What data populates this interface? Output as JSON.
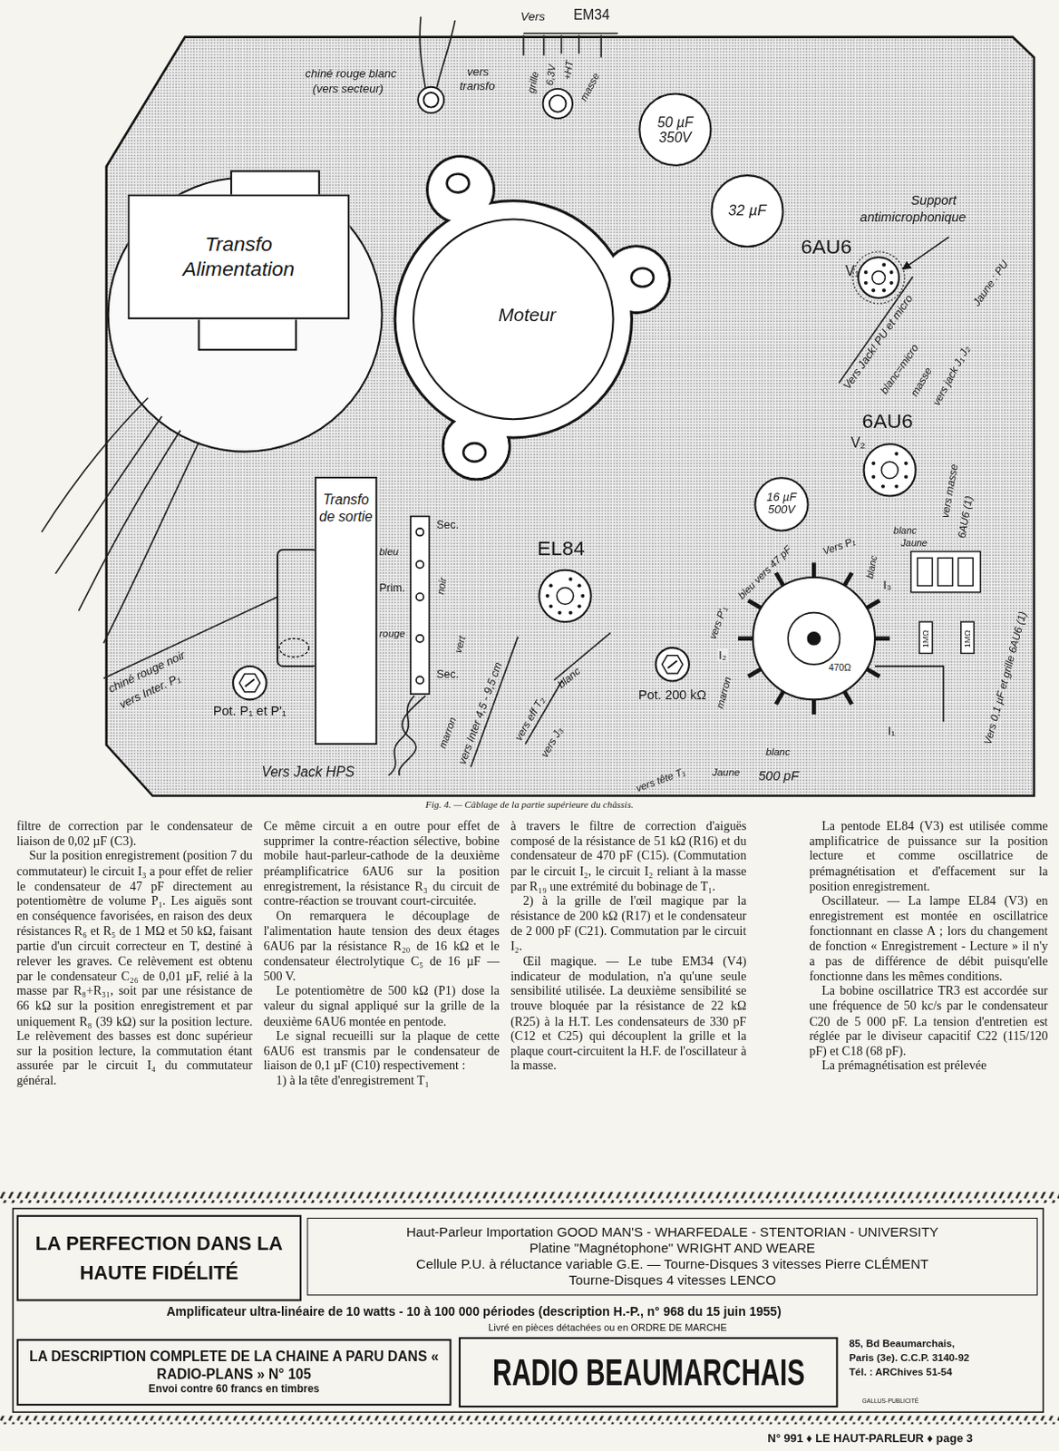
{
  "diagram": {
    "caption": "Fig. 4. — Câblage de la partie supérieure du châssis.",
    "nodes": [
      {
        "text": [
          "Transfo Alimentation"
        ]
      },
      {
        "text": [
          "Moteur"
        ]
      },
      {
        "text": [
          "50 µF 350V"
        ]
      },
      {
        "text": [
          "32 µF"
        ]
      },
      {
        "text": [
          "16 µF 500V"
        ]
      },
      {
        "text": [
          "Transfo de sortie"
        ]
      },
      {
        "text": [
          "6AU6",
          "V₁"
        ]
      },
      {
        "text": [
          "6AU6",
          "V₂"
        ]
      },
      {
        "text": [
          "EL84"
        ]
      },
      {
        "text": [
          "Pot. P₁ et P'₁"
        ]
      },
      {
        "text": [
          "Pot. 200 kΩ"
        ]
      },
      {
        "text": [
          "LA PERFECTION DANS LA HAUTE FIDÉLITÉ"
        ]
      },
      {
        "text": [
          "Haut-Parleur Importation GOOD MAN'S - WHARFEDALE - STENTORIAN - UNIVERSITY",
          "Platine \"Magnétophone\" WRIGHT AND WEARE",
          "Cellule P.U. à réluctance variable G.E. — Tourne-Disques 3 vitesses Pierre CLÉMENT",
          "Tourne-Disques 4 vitesses LENCO"
        ]
      },
      {
        "text": [
          "LA DESCRIPTION COMPLETE DE LA CHAINE A PARU DANS « RADIO-PLANS » N° 105",
          "Envoi contre 60 francs en timbres"
        ]
      },
      {
        "text": [
          "RADIO BEAUMARCHAIS"
        ]
      }
    ],
    "labels": [
      "chiné rouge blanc",
      "(vers secteur)",
      "vers",
      "transfo",
      "Vers",
      "EM34",
      "grille",
      "6,3V",
      "+HT",
      "masse",
      "Support",
      "antimicrophonique",
      "Vers Jack! PU et micro",
      "blanc=micro",
      "masse",
      "Jaune : PU",
      "vers jack J₁ J₂",
      "vers masse",
      "6AU6 (1)",
      "Vers 0,1 µF et grille 6AU6 (1)",
      "blanc",
      "Jaune",
      "Vers P₁",
      "vers P'₁",
      "bleu vers 47 pF",
      "blanc",
      "I₃",
      "I₂",
      "470Ω",
      "1MΩ",
      "1MΩ",
      "marron",
      "vers tête T₁",
      "Jaune",
      "blanc",
      "500 pF",
      "I₁",
      "Sec.",
      "bleu",
      "noir",
      "Prim.",
      "rouge",
      "vert",
      "Sec.",
      "vers Inter 4,5 - 9,5 cm",
      "marron",
      "vers eff T₂",
      "blanc",
      "vers J₃",
      "chiné rouge noir",
      "vers Inter. P₁",
      "Vers Jack HPS",
      "filtre de correction par le condensateur de liaison de 0,02 µF (C3).",
      "Sur la position enregistrement (position 7 du commutateur) le circuit I₃ a pour effet de relier le condensateur de 47 pF directement au potentiomètre de volume P₁. Les aiguës sont en conséquence favorisées, en raison des deux résistances R₆ et R₅ de 1 MΩ et 50 kΩ, faisant partie d'un circuit correcteur en T, destiné à relever les graves. Ce relèvement est obtenu par le condensateur C₂₆ de 0,01 µF, relié à la masse par R₈+R₃₁, soit par une résistance de 66 kΩ sur la position enregistrement et par uniquement R₈ (39 kΩ) sur la position lecture. Le relèvement des basses est donc supérieur sur la position lecture, la commutation étant assurée par le circuit I₄ du commutateur général.",
      "Ce même circuit a en outre pour effet de supprimer la contre-réaction sélective, bobine mobile haut-parleur-cathode de la deuxième préamplificatrice 6AU6 sur la position enregistrement, la résistance R₃ du circuit de contre-réaction se trouvant court-circuitée.",
      "On remarquera le découplage de l'alimentation haute tension des deux étages 6AU6 par la résistance R₂₀ de 16 kΩ et le condensateur électrolytique C₅ de 16 µF — 500 V.",
      "Le potentiomètre de 500 kΩ (P1) dose la valeur du signal appliqué sur la grille de la deuxième 6AU6 montée en pentode.",
      "Le signal recueilli sur la plaque de cette 6AU6 est transmis par le condensateur de liaison de 0,1 µF (C10) respectivement :",
      "1) à la tête d'enregistrement T₁",
      "à travers le filtre de correction d'aiguës composé de la résistance de 51 kΩ (R16) et du condensateur de 470 pF (C15). (Commutation par le circuit I₂, le circuit I₂ reliant à la masse par R₁₉ une extrémité du bobinage de T₁.",
      "2) à la grille de l'œil magique par la résistance de 200 kΩ (R17) et le condensateur de 2 000 pF (C21). Commutation par le circuit I₂.",
      "Œil magique. — Le tube EM34 (V4) indicateur de modulation, n'a qu'une seule sensibilité utilisée. La deuxième sensibilité se trouve bloquée par la résistance de 22 kΩ (R25) à la H.T. Les condensateurs de 330 pF (C12 et C25) qui découplent la grille et la plaque court-circuitent la H.F. de l'oscillateur à la masse.",
      "La pentode EL84 (V3) est utilisée comme amplificatrice de puissance sur la position lecture et comme oscillatrice de prémagnétisation et d'effacement sur la position enregistrement.",
      "Oscillateur. — La lampe EL84 (V3) en enregistrement est montée en oscillatrice fonctionnant en classe A ; lors du changement de fonction « Enregistrement - Lecture » il n'y a pas de différence de débit puisqu'elle fonctionne dans les mêmes conditions.",
      "La bobine oscillatrice TR3 est accordée sur une fréquence de 50 kc/s par le condensateur C20 de 5 000 pF. La tension d'entretien est réglée par le diviseur capacitif C22 (115/120 pF) et C18 (68 pF).",
      "La prémagnétisation est prélevée",
      "Amplificateur ultra-linéaire de 10 watts - 10 à 100 000 périodes (description H.-P., n° 968 du 15 juin 1955)",
      "Livré en pièces détachées ou en ORDRE DE MARCHE",
      "85, Bd Beaumarchais,",
      "Paris (3e). C.C.P. 3140-92",
      "Tél. : ARChives 51-54",
      "GALLUS-PUBLICITÉ",
      "N° 991 ♦ LE HAUT-PARLEUR ♦ page 3"
    ]
  }
}
